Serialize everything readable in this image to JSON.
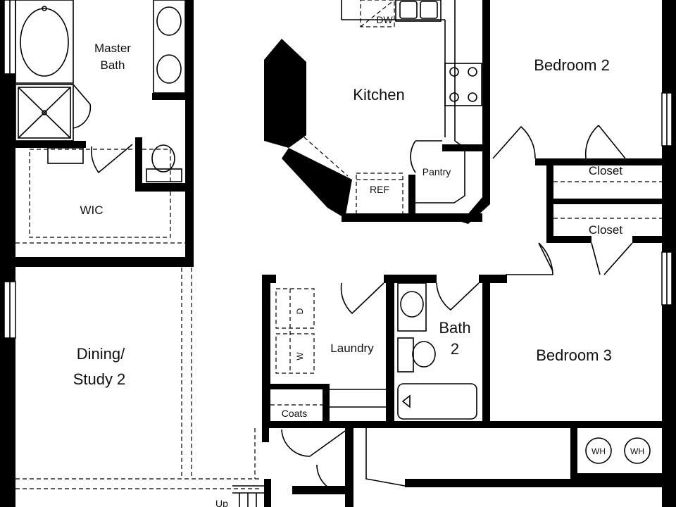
{
  "rooms": {
    "master_bath_line1": "Master",
    "master_bath_line2": "Bath",
    "kitchen": "Kitchen",
    "bedroom2": "Bedroom 2",
    "bedroom3": "Bedroom 3",
    "wic": "WIC",
    "pantry": "Pantry",
    "ref": "REF",
    "dw": "DW",
    "closet_upper": "Closet",
    "closet_lower": "Closet",
    "dining_line1": "Dining/",
    "dining_line2": "Study 2",
    "laundry": "Laundry",
    "bath2_line1": "Bath",
    "bath2_line2": "2",
    "coats": "Coats",
    "dryer": "D",
    "washer": "W",
    "wh1": "WH",
    "wh2": "WH",
    "stairs": "Up"
  }
}
